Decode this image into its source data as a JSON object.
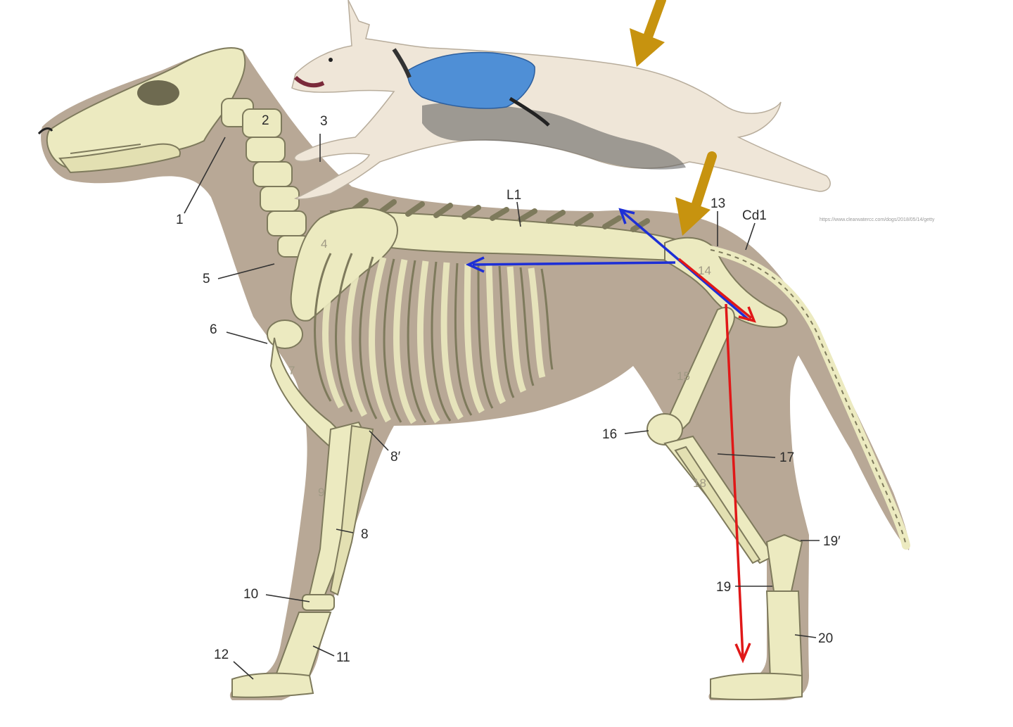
{
  "source_url": "https://www.clearwatercc.com/dogs/2018/05/14/getty",
  "labels": {
    "l1": "1",
    "l2": "2",
    "l3": "3",
    "l4": "4",
    "l5": "5",
    "l6": "6",
    "l7": "7",
    "l8": "8",
    "l8p": "8′",
    "l9": "9",
    "l10": "10",
    "l11": "11",
    "l12": "12",
    "l13": "13",
    "l14": "14",
    "l15": "15",
    "l16": "16",
    "l17": "17",
    "l18": "18",
    "l19": "19",
    "l19p": "19′",
    "l20": "20",
    "lL1": "L1",
    "lCd1": "Cd1"
  },
  "colors": {
    "body_silhouette": "#b8a896",
    "bone": "#eceac0",
    "arrow_gold": "#c7930f",
    "arrow_blue": "#1d2fd6",
    "arrow_red": "#e01818",
    "dog_coat": "#4f8fd6"
  }
}
